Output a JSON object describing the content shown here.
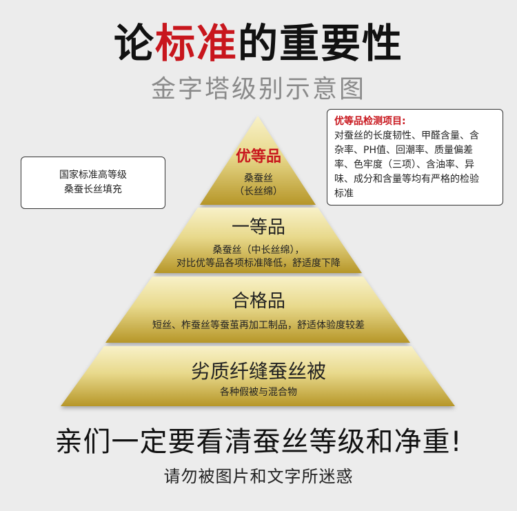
{
  "header": {
    "title_pre": "论",
    "title_highlight": "标准",
    "title_post": "的重要性",
    "subtitle": "金字塔级别示意图"
  },
  "pyramid": {
    "levels": [
      {
        "title": "优等品",
        "desc_lines": [
          "桑蚕丝",
          "（长丝绵）"
        ],
        "title_color": "#c8161d"
      },
      {
        "title": "一等品",
        "desc_lines": [
          "桑蚕丝（中长丝绵），",
          "对比优等品各项标准降低，舒适度下降"
        ],
        "title_color": "#222222"
      },
      {
        "title": "合格品",
        "desc_lines": [
          "短丝、柞蚕丝等蚕茧再加工制品，舒适体验度较差"
        ],
        "title_color": "#222222"
      },
      {
        "title": "劣质纤缝蚕丝被",
        "desc_lines": [
          "各种假被与混合物"
        ],
        "title_color": "#222222"
      }
    ]
  },
  "left_note": {
    "lines": [
      "国家标准高等级",
      "桑蚕长丝填充"
    ]
  },
  "right_note": {
    "heading": "优等品检测项目:",
    "lines": [
      "对蚕丝的长度韧性、甲醛含量、含",
      "杂率、PH值、回潮率、质量偏差",
      "率、色牢度（三项）、含油率、异",
      "味、成分和含量等均有严格的检验",
      "标准"
    ]
  },
  "footer": {
    "slogan": "亲们一定要看清蚕丝等级和净重!",
    "tagline": "请勿被图片和文字所迷惑"
  },
  "colors": {
    "accent_red": "#c8161d",
    "gold_top": "#f8f1c8",
    "gold_bottom": "#b69628"
  }
}
